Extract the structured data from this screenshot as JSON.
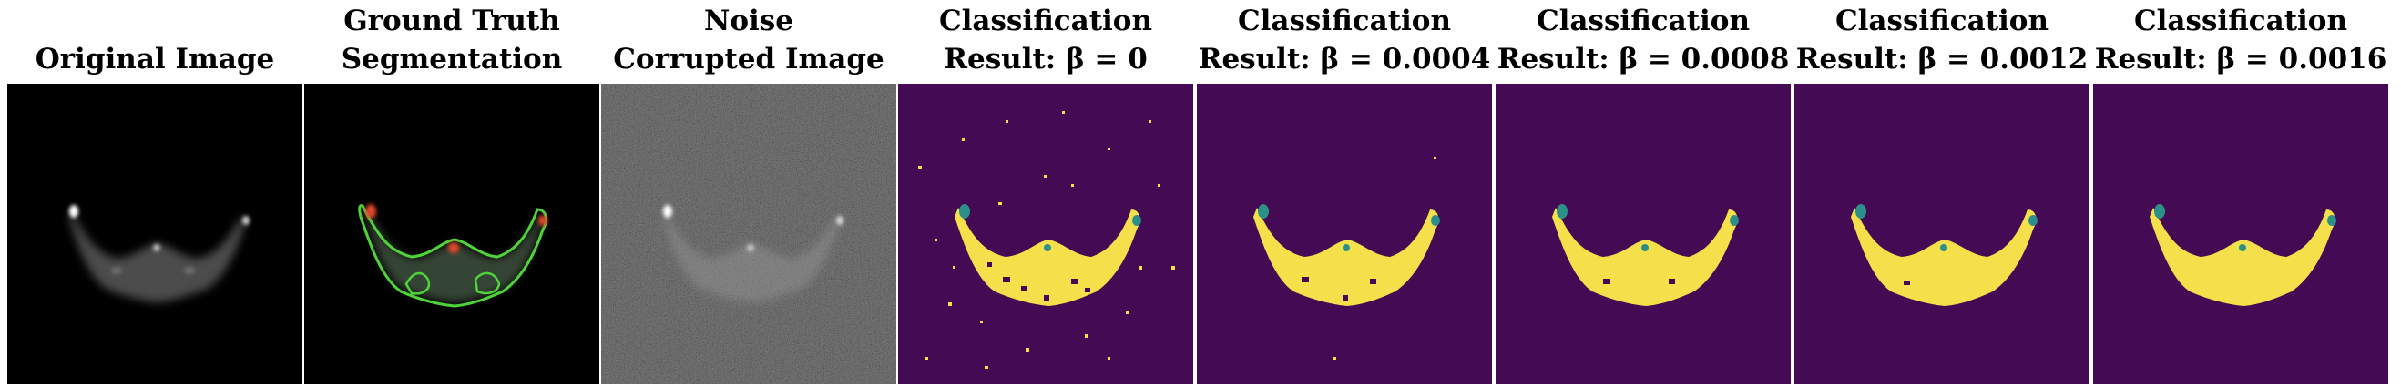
{
  "figure": {
    "panels": [
      {
        "title_lines": [
          "Original Image"
        ],
        "kind": "grayscale"
      },
      {
        "title_lines": [
          "Ground Truth",
          "Segmentation"
        ],
        "kind": "ground-truth"
      },
      {
        "title_lines": [
          "Noise",
          "Corrupted Image"
        ],
        "kind": "noisy"
      },
      {
        "title_lines": [
          "Classification",
          "Result: β = 0"
        ],
        "kind": "classification",
        "beta": 0
      },
      {
        "title_lines": [
          "Classification",
          "Result: β = 0.0004"
        ],
        "kind": "classification",
        "beta": 0.0004
      },
      {
        "title_lines": [
          "Classification",
          "Result: β = 0.0008"
        ],
        "kind": "classification",
        "beta": 0.0008
      },
      {
        "title_lines": [
          "Classification",
          "Result: β = 0.0012"
        ],
        "kind": "classification",
        "beta": 0.0012
      },
      {
        "title_lines": [
          "Classification",
          "Result: β = 0.0016"
        ],
        "kind": "classification",
        "beta": 0.0016
      }
    ],
    "colors": {
      "background_dark": "#000000",
      "noise_gray": "#2b2b2b",
      "class_background": "#440b54",
      "class_tissue": "#f4e04a",
      "class_hotspot": "#2d8f8a",
      "contour": "#4fd23a",
      "hotspot_red": "#e0472a"
    }
  }
}
